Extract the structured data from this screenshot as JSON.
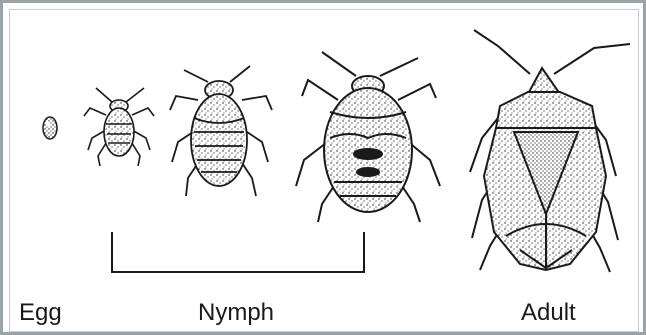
{
  "labels": {
    "egg": "Egg",
    "nymph": "Nymph",
    "adult": "Adult"
  },
  "colors": {
    "ink": "#1a1a1a",
    "frame": "#9aa3a8"
  },
  "stages": [
    {
      "name": "egg",
      "icon": "egg-icon"
    },
    {
      "name": "nymph-1",
      "icon": "nymph-instar-icon"
    },
    {
      "name": "nymph-2",
      "icon": "nymph-instar-icon"
    },
    {
      "name": "nymph-3",
      "icon": "nymph-instar-icon"
    },
    {
      "name": "adult",
      "icon": "stink-bug-adult-icon"
    }
  ]
}
